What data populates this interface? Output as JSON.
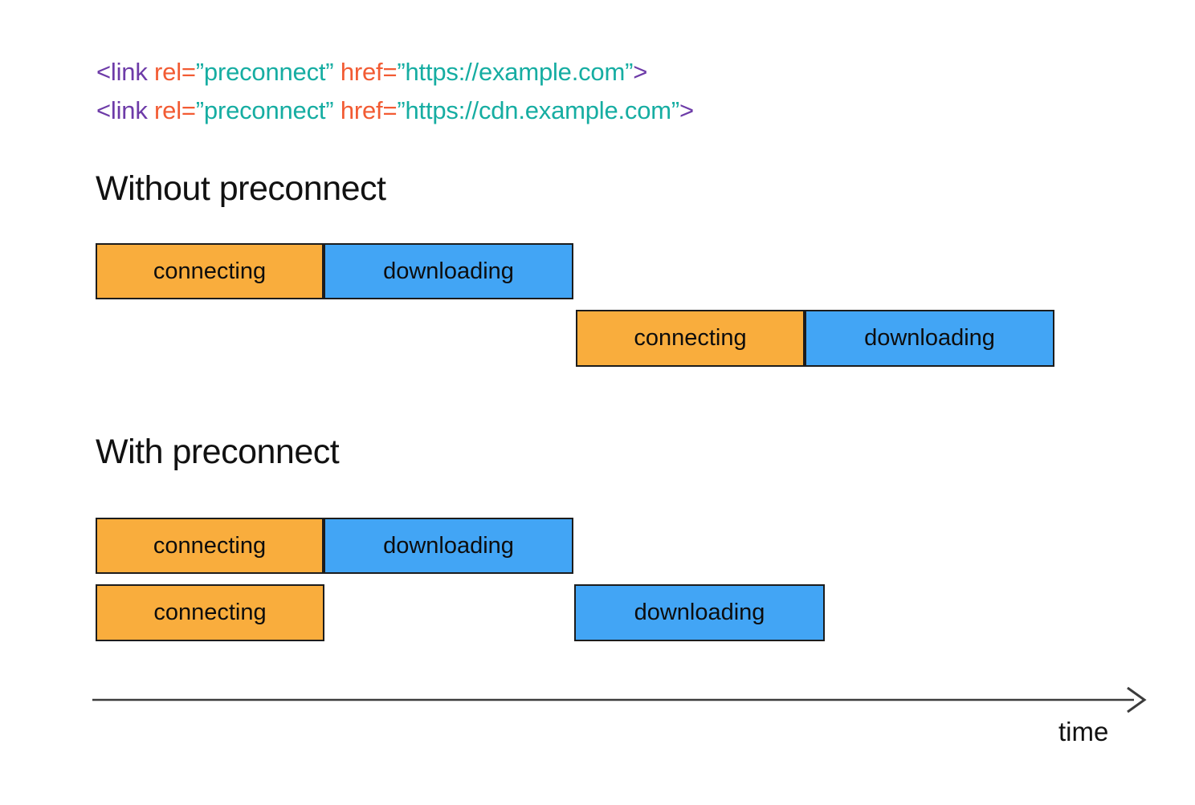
{
  "colors": {
    "purple": "#6d3ba8",
    "code-orange": "#f25b33",
    "teal": "#16ada2",
    "bar-orange": "#f9ad3d",
    "bar-blue": "#42a5f5",
    "bar-border": "#1c1c1c",
    "axis": "#3c3c3c"
  },
  "code": {
    "line1": {
      "open_tag": "<link",
      "rel_attr": " rel=",
      "rel_value": "”preconnect”",
      "href_attr": " href=",
      "href_value": "”https://example.com”",
      "close_tag": ">"
    },
    "line2": {
      "open_tag": "<link",
      "rel_attr": " rel=",
      "rel_value": "”preconnect”",
      "href_attr": " href=",
      "href_value": "”https://cdn.example.com”",
      "close_tag": ">"
    }
  },
  "sections": {
    "without": {
      "title": "Without preconnect",
      "row1": {
        "connecting": "connecting",
        "downloading": "downloading"
      },
      "row2": {
        "connecting": "connecting",
        "downloading": "downloading"
      }
    },
    "with": {
      "title": "With preconnect",
      "row1": {
        "connecting": "connecting",
        "downloading": "downloading"
      },
      "row2": {
        "connecting": "connecting",
        "downloading": "downloading"
      }
    }
  },
  "axis": {
    "label": "time"
  }
}
